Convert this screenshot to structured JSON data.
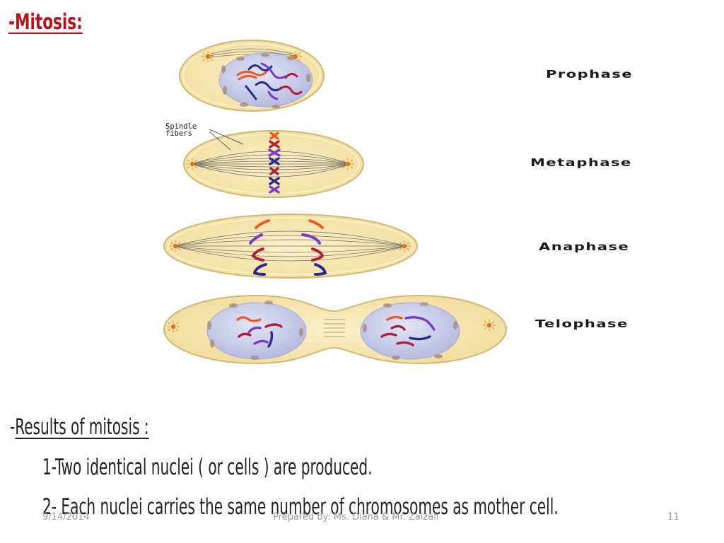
{
  "title": "-Mitosis:",
  "diagram": {
    "spindle_label_line1": "Spindle",
    "spindle_label_line2": "fibers",
    "phases": [
      "Prophase",
      "Metaphase",
      "Anaphase",
      "Telophase"
    ]
  },
  "results": {
    "heading_prefix": "-",
    "heading": "Results of mitosis :",
    "items": [
      "1-Two identical nuclei ( or cells ) are produced.",
      "2- Each nuclei carries the same number of chromosomes as mother cell."
    ]
  },
  "footer": {
    "date": "9/14/2014",
    "credit": "Prepared by: Ms. Diana & Mr. Zaizali",
    "page": "11"
  },
  "colors": {
    "title": "#b5121b",
    "cell_fill": "#f7e7b4",
    "cell_stroke": "#d2b876",
    "nucleus_fill": "#c9cde8",
    "chromosome_red": "#b01e3a",
    "chromosome_orange": "#f05a28",
    "chromosome_purple": "#7a3cc8",
    "chromosome_navy": "#2b2a8c"
  }
}
